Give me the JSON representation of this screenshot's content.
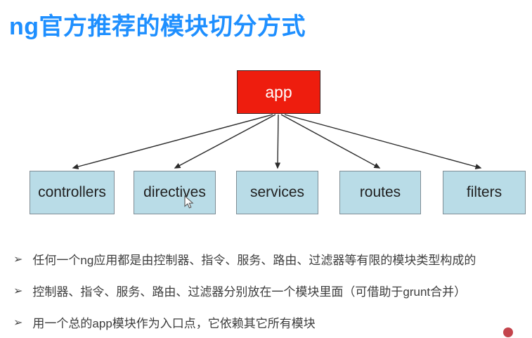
{
  "title": "ng官方推荐的模块切分方式",
  "diagram": {
    "root": {
      "label": "app"
    },
    "children": [
      {
        "label": "controllers"
      },
      {
        "label": "directives"
      },
      {
        "label": "services"
      },
      {
        "label": "routes"
      },
      {
        "label": "filters"
      }
    ]
  },
  "bullets": {
    "marker": "➢",
    "items": [
      "任何一个ng应用都是由控制器、指令、服务、路由、过滤器等有限的模块类型构成的",
      "控制器、指令、服务、路由、过滤器分别放在一个模块里面（可借助于grunt合并）",
      "用一个总的app模块作为入口点，它依赖其它所有模块"
    ]
  },
  "colors": {
    "title_blue": "#1e8fff",
    "root_fill": "#ee1d0e",
    "root_text": "#ffffff",
    "child_fill": "#b9dce7",
    "child_border": "#7f8d95",
    "arrow": "#2b2b2b",
    "recording_dot": "#c4444c"
  }
}
